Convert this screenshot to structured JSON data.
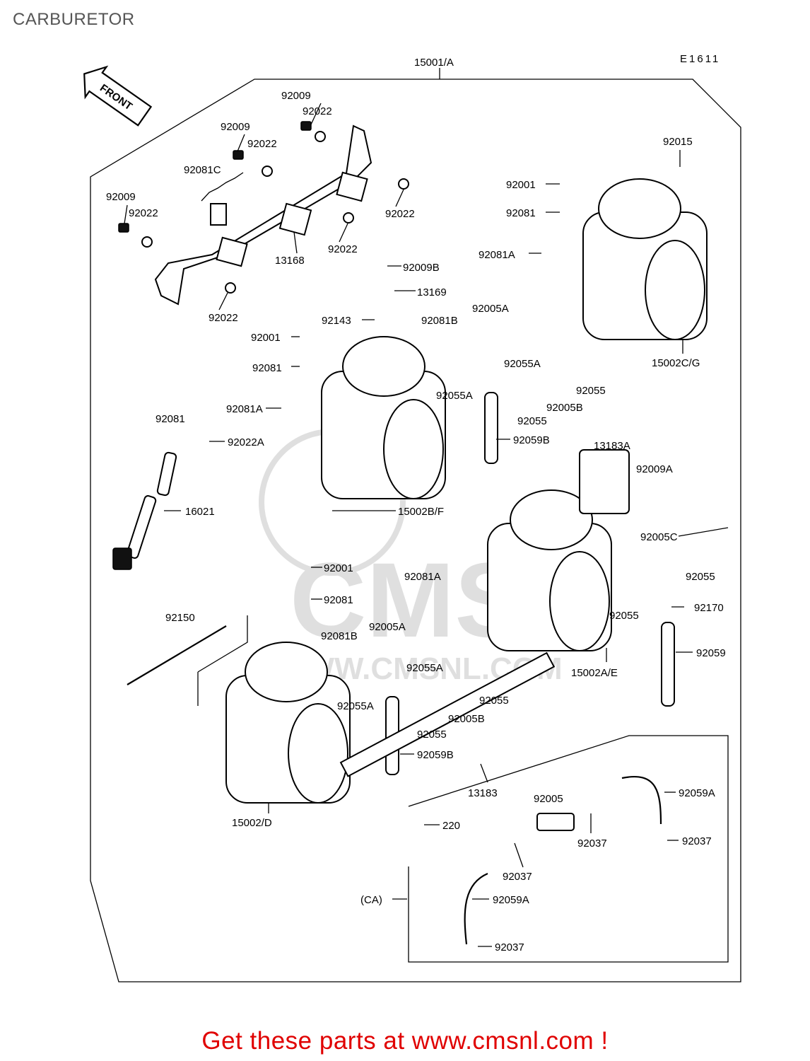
{
  "page": {
    "title": "CARBURETOR"
  },
  "diagram": {
    "code": "E1611",
    "front_label": "FRONT",
    "assembly_label": "15001/A",
    "callouts": [
      "92009",
      "92022",
      "92009",
      "92022",
      "92081C",
      "92009",
      "92022",
      "92022",
      "92022",
      "13168",
      "92022",
      "92015",
      "92001",
      "92081",
      "92081A",
      "15002C/G",
      "92009B",
      "13169",
      "92143",
      "92001",
      "92081",
      "92081B",
      "92005A",
      "92055A",
      "92055A",
      "92055",
      "92005B",
      "92055",
      "92081A",
      "92081",
      "92022A",
      "16021",
      "92059B",
      "15002B/F",
      "13183A",
      "92009A",
      "92005C",
      "92055",
      "92081A",
      "92055",
      "92170",
      "92059",
      "15002A/E",
      "92001",
      "92081",
      "92150",
      "92081B",
      "92005A",
      "92055A",
      "92055A",
      "92055",
      "92005B",
      "92055",
      "92059B",
      "15002/D",
      "13183",
      "220",
      "92005",
      "92059A",
      "92037",
      "92037",
      "92037",
      "(CA)",
      "92059A",
      "92037"
    ]
  },
  "watermark": {
    "text": "CMS",
    "url_text": "WWW.CMSNL.COM"
  },
  "footer": {
    "cta": "Get these parts at www.cmsnl.com !"
  }
}
